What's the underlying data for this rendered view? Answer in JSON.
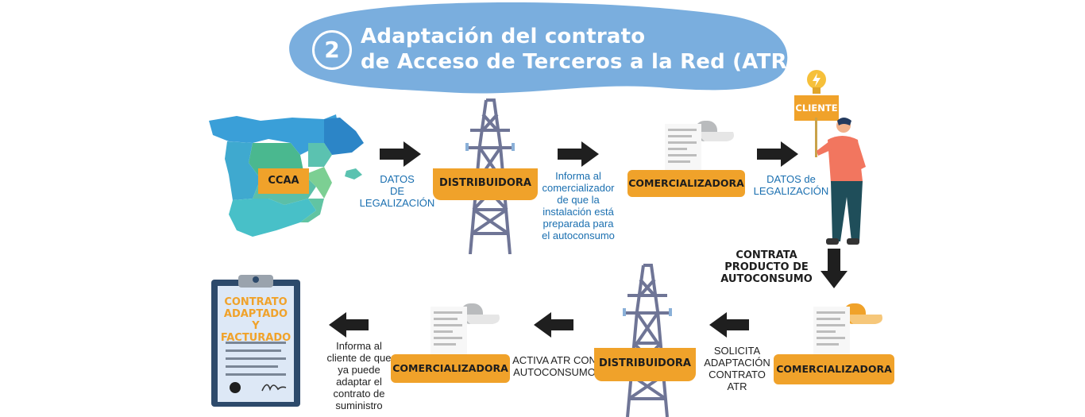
{
  "title": {
    "step": "2",
    "line1": "Adaptación del contrato",
    "line2": "de Acceso de Terceros a la Red (ATR)"
  },
  "top_row": {
    "ccaa": "CCAA",
    "datos_legalizacion_1": [
      "DATOS",
      "DE",
      "LEGALIZACIÓN"
    ],
    "distribuidora": "DISTRIBUIDORA",
    "informa_comercializador": [
      "Informa al",
      "comercializador",
      "de que la",
      "instalación está",
      "preparada para",
      "el autoconsumo"
    ],
    "comercializadora": "COMERCIALIZADORA",
    "datos_legalizacion_2": [
      "DATOS de",
      "LEGALIZACIÓN"
    ],
    "cliente": "CLIENTE"
  },
  "middle": {
    "contrata": [
      "CONTRATA",
      "PRODUCTO DE",
      "AUTOCONSUMO"
    ]
  },
  "bottom_row": {
    "contrato": [
      "CONTRATO",
      "ADAPTADO",
      "Y",
      "FACTURADO"
    ],
    "informa_cliente": [
      "Informa al",
      "cliente de que",
      "ya puede",
      "adaptar el",
      "contrato de",
      "suministro"
    ],
    "comercializadora_left": "COMERCIALIZADORA",
    "activa_atr": [
      "ACTIVA ATR CON",
      "AUTOCONSUMO"
    ],
    "distribuidora": "DISTRIBUIDORA",
    "solicita": [
      "SOLICITA",
      "ADAPTACIÓN",
      "CONTRATO",
      "ATR"
    ],
    "comercializadora_right": "COMERCIALIZADORA"
  },
  "colors": {
    "title_blob": "#7aaede",
    "orange": "#f0a22a",
    "blue_text": "#1a6fb0",
    "tower": "#6f7596",
    "arrow": "#1f1f1f"
  }
}
